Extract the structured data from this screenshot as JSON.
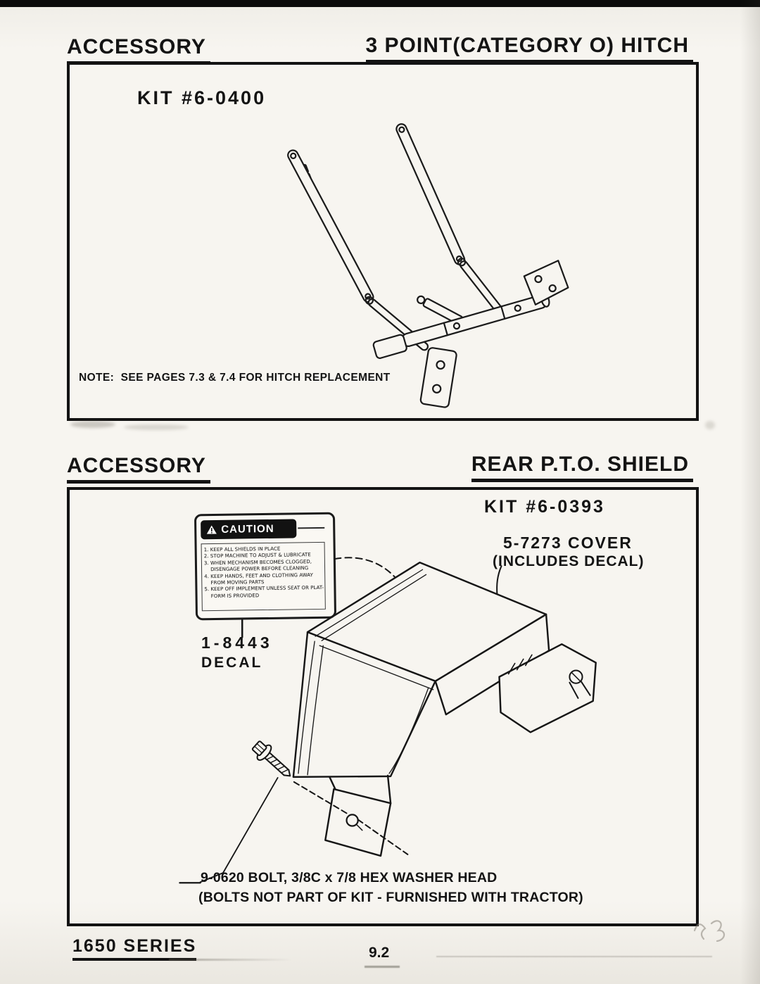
{
  "hitch": {
    "header_left": "ACCESSORY",
    "header_right": "3 POINT(CATEGORY O) HITCH",
    "kit": "KIT #6-0400",
    "note": "NOTE:  SEE PAGES 7.3 & 7.4 FOR HITCH REPLACEMENT"
  },
  "pto": {
    "header_left": "ACCESSORY",
    "header_right": "REAR P.T.O. SHIELD",
    "kit": "KIT #6-0393",
    "cover_line1": "5-7273 COVER",
    "cover_line2": "(INCLUDES DECAL)",
    "decal_number": "1-8443",
    "decal_label": "DECAL",
    "caution": {
      "title": "CAUTION",
      "lines": [
        "1. KEEP ALL SHIELDS IN PLACE",
        "2. STOP MACHINE TO ADJUST & LUBRICATE",
        "3. WHEN MECHANISM BECOMES CLOGGED,",
        "    DISENGAGE POWER BEFORE CLEANING",
        "4. KEEP HANDS, FEET AND CLOTHING AWAY",
        "    FROM MOVING PARTS",
        "5. KEEP OFF IMPLEMENT UNLESS SEAT OR PLAT-",
        "    FORM IS PROVIDED"
      ]
    },
    "bolt_line1": "9-0620 BOLT, 3/8C x 7/8 HEX WASHER HEAD",
    "bolt_line2": "(BOLTS NOT PART OF KIT - FURNISHED WITH TRACTOR)"
  },
  "footer": {
    "series": "1650 SERIES",
    "page_number": "9.2"
  }
}
